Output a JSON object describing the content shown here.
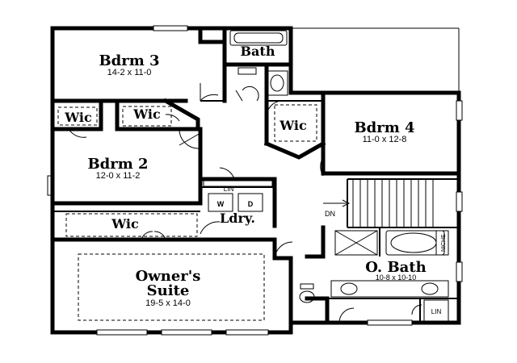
{
  "rooms": {
    "bdrm3": {
      "name": "Bdrm 3",
      "dims": "14-2 x 11-0"
    },
    "bdrm2": {
      "name": "Bdrm 2",
      "dims": "12-0 x 11-2"
    },
    "bdrm4": {
      "name": "Bdrm 4",
      "dims": "11-0 x 12-8"
    },
    "owners": {
      "name_line1": "Owner's",
      "name_line2": "Suite",
      "dims": "19-5 x 14-0"
    },
    "obath": {
      "name": "O. Bath",
      "dims": "10-8 x 10-10"
    },
    "bath": {
      "name": "Bath"
    },
    "laundry": {
      "name": "Ldry."
    }
  },
  "closets": {
    "wic_bdrm3_left": "Wic",
    "wic_bdrm3_right": "Wic",
    "wic_bdrm4": "Wic",
    "wic_owners": "Wic"
  },
  "labels": {
    "linen_hall": "LIN",
    "linen_bath": "LIN",
    "washer": "W",
    "dryer": "D",
    "stair_down": "DN",
    "niche": "NICHE"
  }
}
